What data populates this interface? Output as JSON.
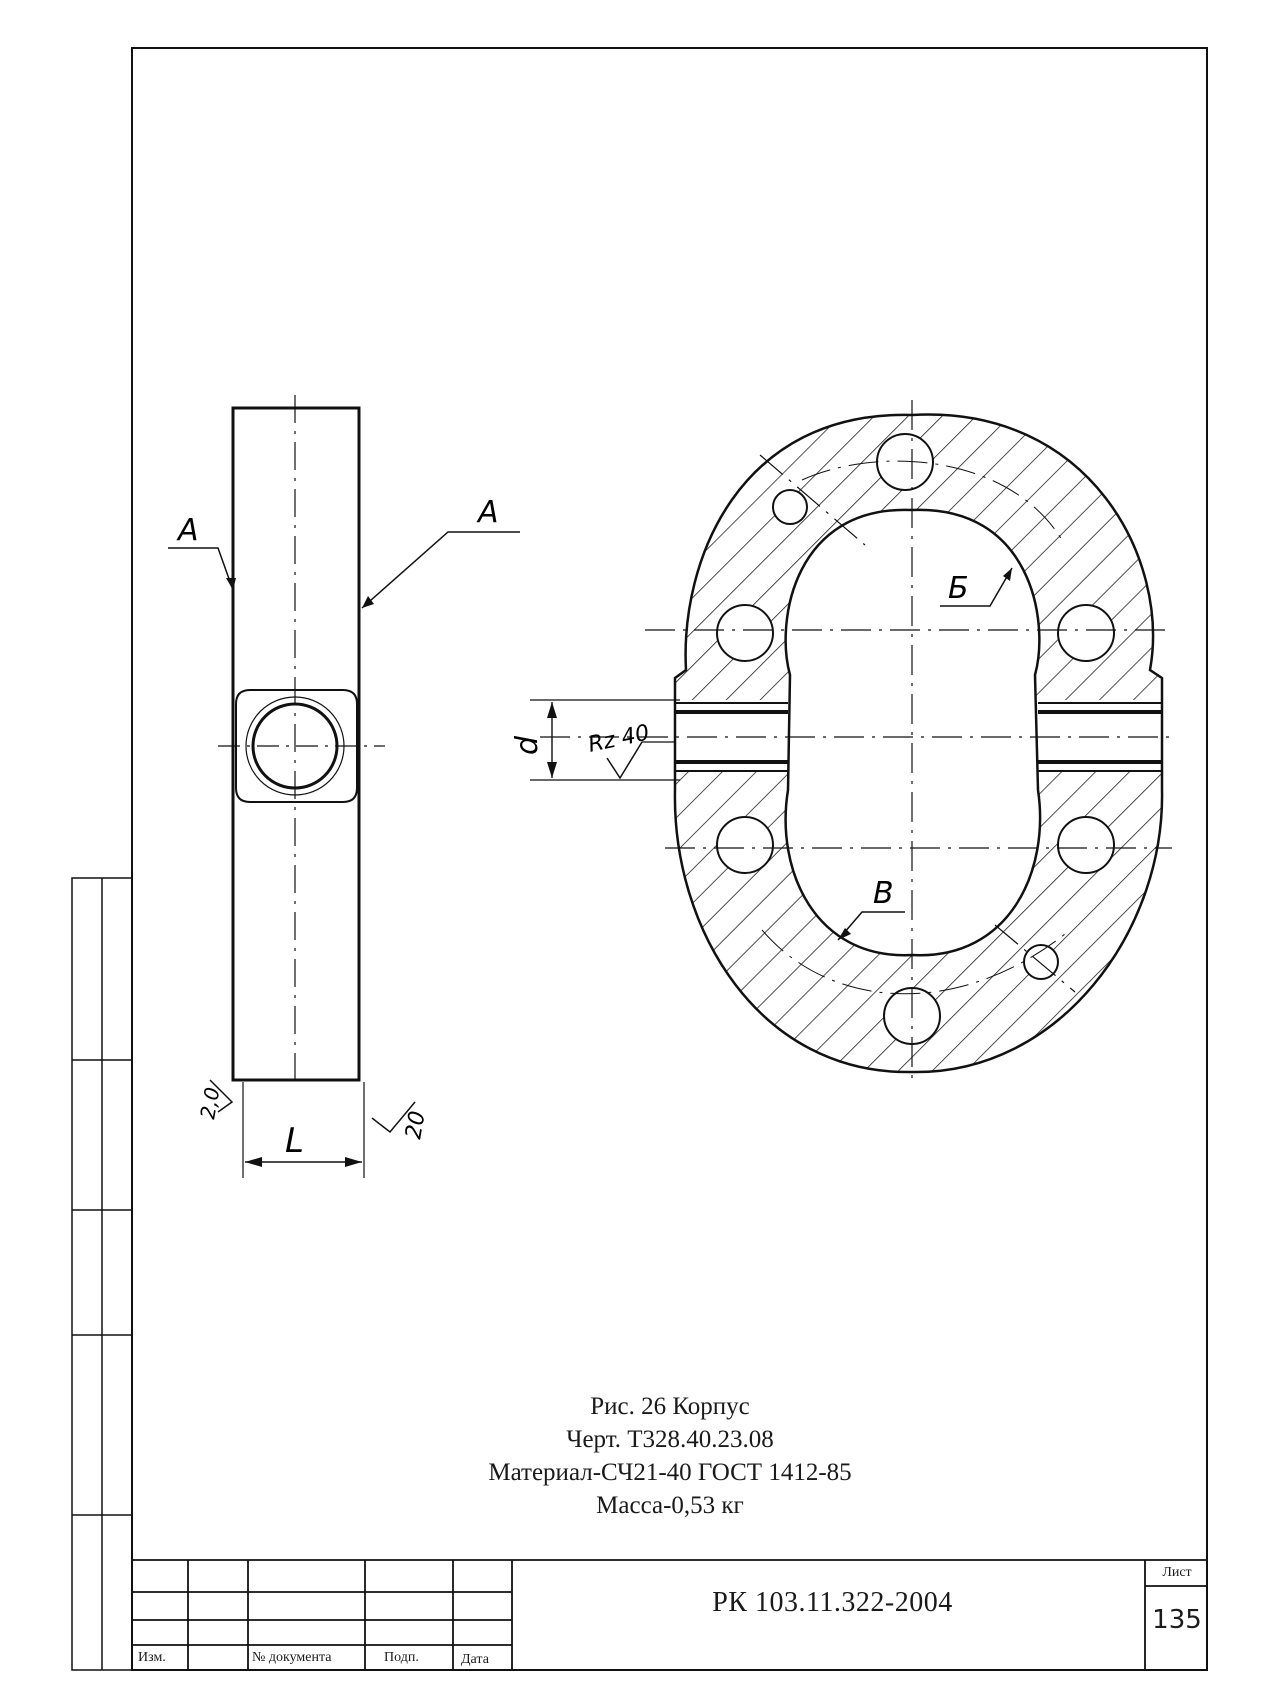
{
  "drawing": {
    "leader_a_left": "А",
    "leader_a_right": "А",
    "dim_l": "L",
    "dim_chamfer": "2,0",
    "roughness_20": "20",
    "dim_d": "d",
    "roughness_40": "Rz 40",
    "label_b": "Б",
    "label_v": "В"
  },
  "caption": {
    "line1": "Рис. 26  Корпус",
    "line2": "Черт. Т328.40.23.08",
    "line3": "Материал-СЧ21-40 ГОСТ 1412-85",
    "line4": "Масса-0,53 кг"
  },
  "title_block": {
    "col_izm": "Изм.",
    "col_document": "№ документа",
    "col_podp": "Подп.",
    "col_data": "Дата",
    "document_code": "РК 103.11.322-2004",
    "sheet_label": "Лист",
    "sheet_number": "135"
  }
}
